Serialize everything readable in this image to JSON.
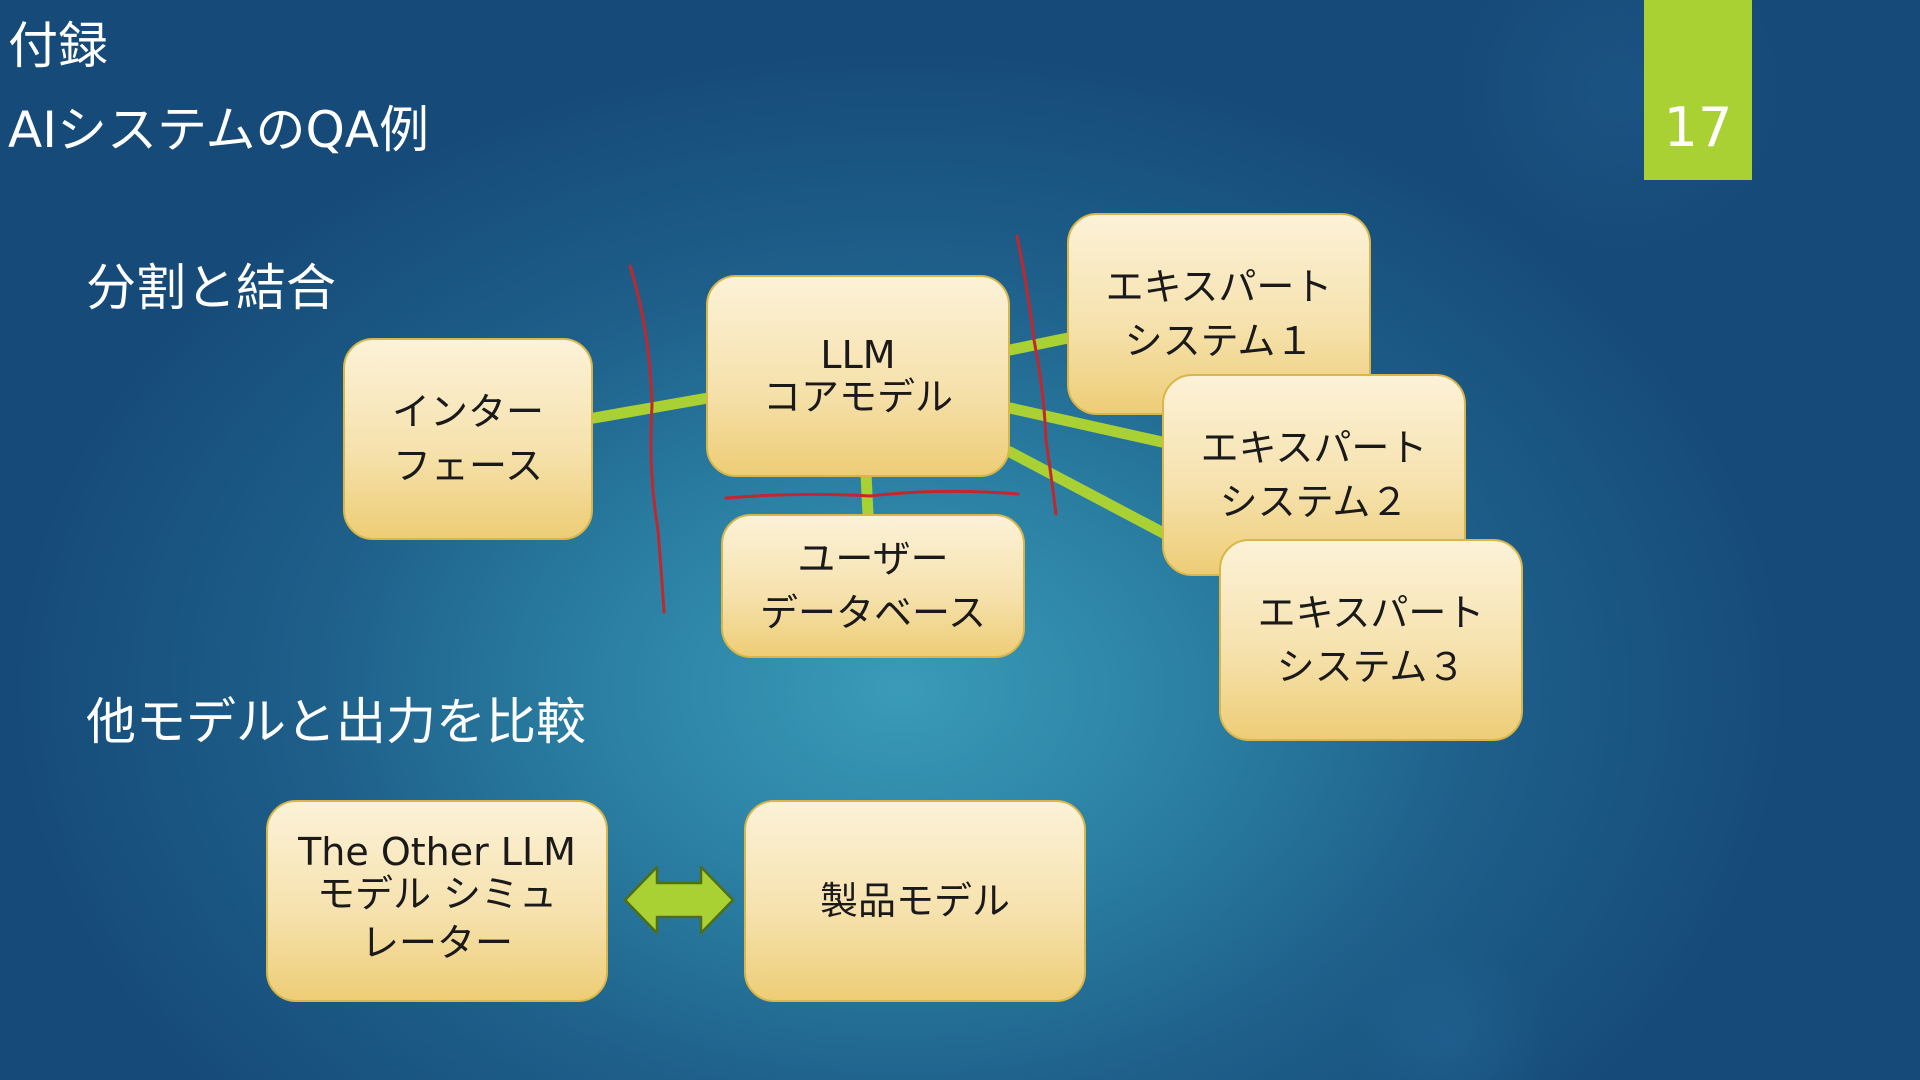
{
  "slide": {
    "category": "付録",
    "title": "AIシステムのQA例",
    "page_number": "17"
  },
  "sections": {
    "split_and_combine": "分割と結合",
    "compare_models": "他モデルと出力を比較"
  },
  "nodes": {
    "interface": [
      "インター",
      "フェース"
    ],
    "llm_core": [
      "LLM",
      "コアモデル"
    ],
    "user_db": [
      "ユーザー",
      "データベース"
    ],
    "expert1": [
      "エキスパート",
      "システム１"
    ],
    "expert2": [
      "エキスパート",
      "システム２"
    ],
    "expert3": [
      "エキスパート",
      "システム３"
    ],
    "other_llm": [
      "The Other LLM",
      "モデル シミュ",
      "レーター"
    ],
    "product_model": [
      "製品モデル"
    ]
  },
  "colors": {
    "connector": "#a9d134",
    "cut_line": "#c0282d",
    "accent": "#a9d134",
    "node_border": "#d8b64a"
  },
  "icons": {
    "compare_arrow": "double-headed-arrow-icon"
  }
}
